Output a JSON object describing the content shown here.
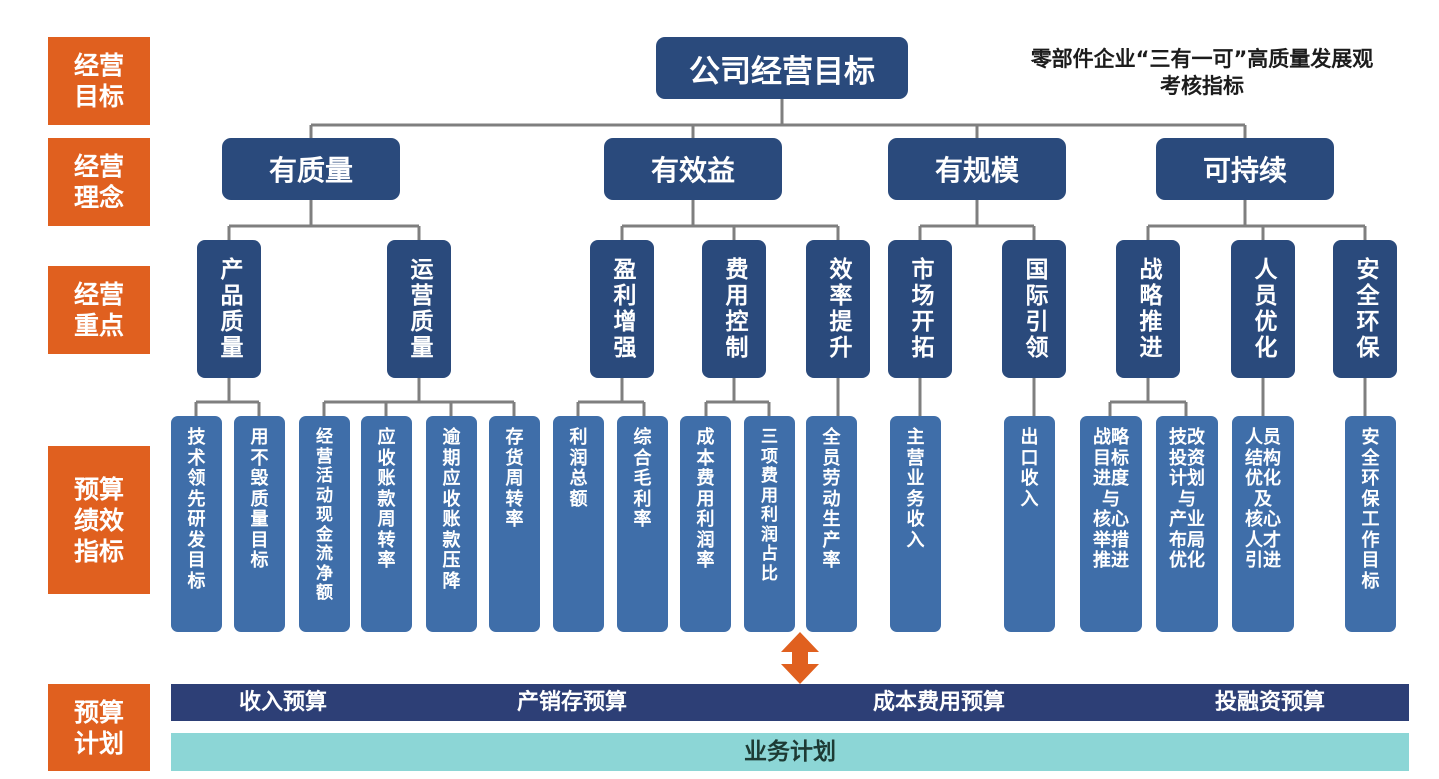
{
  "title": "零部件企业“三有一可”高质量发展观\n考核指标",
  "side_labels": [
    "经营\n目标",
    "经营\n理念",
    "经营\n重点",
    "预算\n绩效\n指标",
    "预算\n计划"
  ],
  "goal": "公司经营目标",
  "concepts": [
    "有质量",
    "有效益",
    "有规模",
    "可持续"
  ],
  "focus": [
    "产品质量",
    "运营质量",
    "盈利增强",
    "费用控制",
    "效率提升",
    "市场开拓",
    "国际引领",
    "战略推进",
    "人员优化",
    "安全环保"
  ],
  "indicators": [
    "技\n术\n领\n先\n研\n发\n目\n标",
    "用\n不\n毁\n质\n量\n目\n标",
    "经\n营\n活\n动\n现\n金\n流\n净\n额",
    "应\n收\n账\n款\n周\n转\n率",
    "逾\n期\n应\n收\n账\n款\n压\n降",
    "存\n货\n周\n转\n率",
    "利\n润\n总\n额",
    "综\n合\n毛\n利\n率",
    "成\n本\n费\n用\n利\n润\n率",
    "三\n项\n费\n用\n利\n润\n占\n比",
    "全\n员\n劳\n动\n生\n产\n率",
    "主\n营\n业\n务\n收\n入",
    "出\n口\n收\n入",
    "战略\n目标\n进度\n与\n核心\n举措\n推进",
    "技改\n投资\n计划\n与\n产业\n布局\n优化",
    "人员\n结构\n优化\n及\n核心\n人才\n引进",
    "安\n全\n环\n保\n工\n作\n目\n标"
  ],
  "budget_band": [
    "收入预算",
    "产销存预算",
    "成本费用预算",
    "投融资预算"
  ],
  "business_plan": "业务计划",
  "colors": {
    "side": "#e0601f",
    "node": "#2a4a7c",
    "indicator": "#3f6ea9",
    "band": "#2d3f76",
    "plan": "#8cd6d6",
    "arrow": "#e0601f",
    "connector": "#7f7f7f"
  }
}
